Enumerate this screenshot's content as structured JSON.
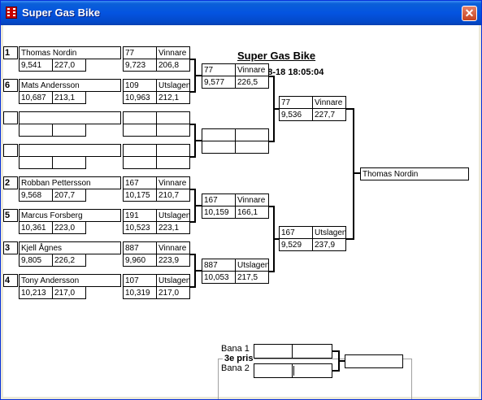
{
  "window": {
    "title": "Super Gas Bike",
    "close_glyph": "✕"
  },
  "header": {
    "title": "Super Gas Bike",
    "datetime": "2012-08-18 18:05:04"
  },
  "round1": [
    {
      "seed": "1",
      "name": "Thomas Nordin",
      "a": "9,541",
      "b": "227,0",
      "num": "77",
      "result": "Vinnare",
      "c": "9,723",
      "d": "206,8"
    },
    {
      "seed": "6",
      "name": "Mats Andersson",
      "a": "10,687",
      "b": "213,1",
      "num": "109",
      "result": "Utslagen",
      "c": "10,963",
      "d": "212,1"
    },
    {
      "seed": "",
      "name": "",
      "a": "",
      "b": "",
      "num": "",
      "result": "",
      "c": "",
      "d": ""
    },
    {
      "seed": "",
      "name": "",
      "a": "",
      "b": "",
      "num": "",
      "result": "",
      "c": "",
      "d": ""
    },
    {
      "seed": "2",
      "name": "Robban Pettersson",
      "a": "9,568",
      "b": "207,7",
      "num": "167",
      "result": "Vinnare",
      "c": "10,175",
      "d": "210,7"
    },
    {
      "seed": "5",
      "name": "Marcus Forsberg",
      "a": "10,361",
      "b": "223,0",
      "num": "191",
      "result": "Utslagen",
      "c": "10,523",
      "d": "223,1"
    },
    {
      "seed": "3",
      "name": "Kjell Ågnes",
      "a": "9,805",
      "b": "226,2",
      "num": "887",
      "result": "Vinnare",
      "c": "9,960",
      "d": "223,9"
    },
    {
      "seed": "4",
      "name": "Tony Andersson",
      "a": "10,213",
      "b": "217,0",
      "num": "107",
      "result": "Utslagen",
      "c": "10,319",
      "d": "217,0"
    }
  ],
  "round2": [
    {
      "num": "77",
      "result": "Vinnare",
      "c": "9,577",
      "d": "226,5"
    },
    {
      "num": "",
      "result": "",
      "c": "",
      "d": ""
    },
    {
      "num": "167",
      "result": "Vinnare",
      "c": "10,159",
      "d": "166,1"
    },
    {
      "num": "887",
      "result": "Utslagen",
      "c": "10,053",
      "d": "217,5"
    }
  ],
  "semis": [
    {
      "num": "77",
      "result": "Vinnare",
      "c": "9,536",
      "d": "227,7"
    },
    {
      "num": "167",
      "result": "Utslagen",
      "c": "9,529",
      "d": "237,9"
    }
  ],
  "winner": {
    "name": "Thomas Nordin"
  },
  "third_place": {
    "legend": "3e pris",
    "lane1_label": "Bana 1",
    "lane2_label": "Bana 2",
    "lane1_a": "",
    "lane1_b": "",
    "lane2_a": "",
    "lane2_b": "",
    "result": ""
  }
}
